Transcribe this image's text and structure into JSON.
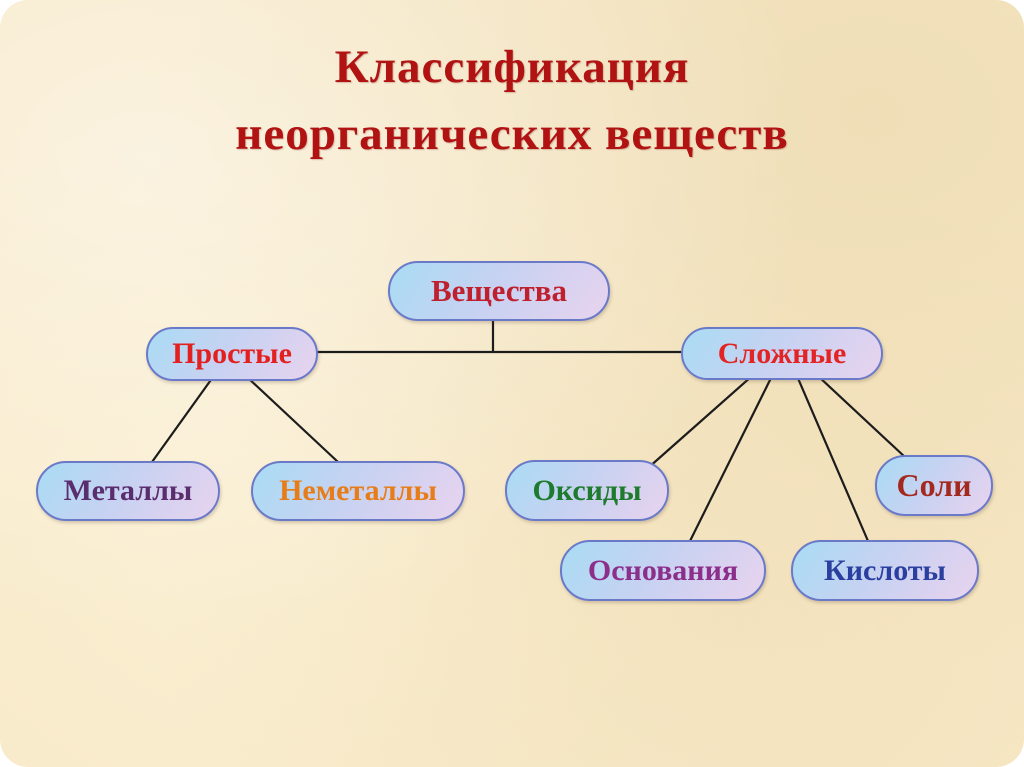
{
  "slide": {
    "title_line1": "Классификация",
    "title_line2": "неорганических веществ",
    "title_color": "#b11212"
  },
  "nodes": {
    "veshchestva": {
      "label": "Вещества",
      "color": "#c01f2e"
    },
    "prostye": {
      "label": "Простые",
      "color": "#e32020"
    },
    "slozhnye": {
      "label": "Сложные",
      "color": "#e32424"
    },
    "metally": {
      "label": "Металлы",
      "color": "#5a2d6e"
    },
    "nemetally": {
      "label": "Неметаллы",
      "color": "#e67d18"
    },
    "oksidy": {
      "label": "Оксиды",
      "color": "#1e7a2c"
    },
    "soli": {
      "label": "Соли",
      "color": "#a3291f"
    },
    "osnovaniya": {
      "label": "Основания",
      "color": "#8b2f8b"
    },
    "kisloty": {
      "label": "Кислоты",
      "color": "#2a3fa0"
    }
  }
}
